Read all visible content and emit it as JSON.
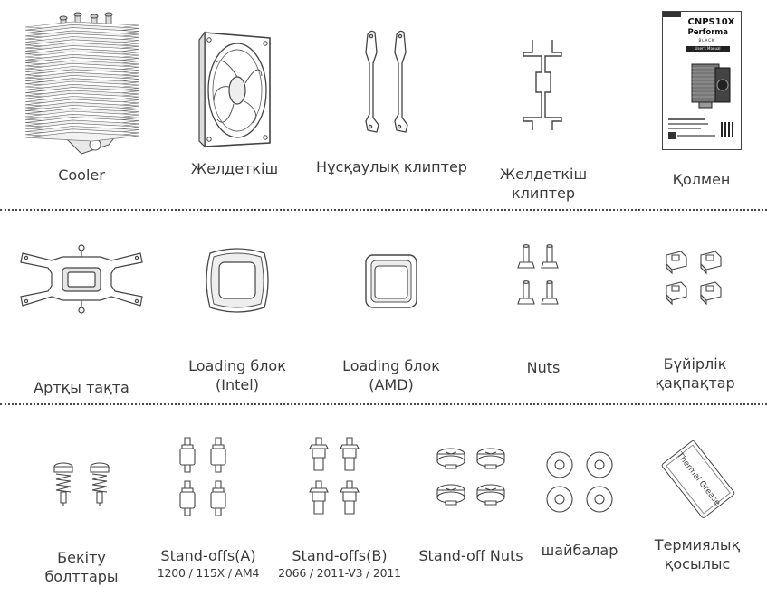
{
  "rows": [
    {
      "items": [
        {
          "label": "Cooler",
          "icon": "cooler-icon"
        },
        {
          "label": "Желдеткіш",
          "icon": "fan-icon"
        },
        {
          "label": "Нұсқаулық клиптер",
          "icon": "manual-clip-icon"
        },
        {
          "label": "Желдеткіш",
          "label2": "клиптер",
          "icon": "fan-clip-icon"
        },
        {
          "label": "Қолмен",
          "icon": "manual-icon",
          "manual_text": {
            "line1": "CNPS10X",
            "line2": "Performa",
            "line3": "BLACK",
            "line4": "User's Manual"
          }
        }
      ]
    },
    {
      "items": [
        {
          "label": "Артқы тақта",
          "icon": "backplate-icon"
        },
        {
          "label": "Loading блок",
          "label2": "(Intel)",
          "icon": "loading-block-intel-icon"
        },
        {
          "label": "Loading блок",
          "label2": "(AMD)",
          "icon": "loading-block-amd-icon"
        },
        {
          "label": "Nuts",
          "icon": "nuts-icon"
        },
        {
          "label": "Бүйірлік",
          "label2": "қақпақтар",
          "icon": "side-caps-icon"
        }
      ]
    },
    {
      "items": [
        {
          "label": "Бекіту",
          "label2": "болттары",
          "icon": "bolts-icon"
        },
        {
          "label": "Stand-offs(A)",
          "sub": "1200 / 115X / AM4",
          "icon": "standoffs-a-icon"
        },
        {
          "label": "Stand-offs(B)",
          "sub": "2066 / 2011-V3 / 2011",
          "icon": "standoffs-b-icon"
        },
        {
          "label": "Stand-off Nuts",
          "icon": "standoff-nuts-icon"
        },
        {
          "label": "шайбалар",
          "icon": "washers-icon"
        },
        {
          "label": "Термиялық",
          "label2": "қосылыс",
          "icon": "thermal-grease-icon",
          "grease_text": "Thermal Grease"
        }
      ]
    }
  ]
}
